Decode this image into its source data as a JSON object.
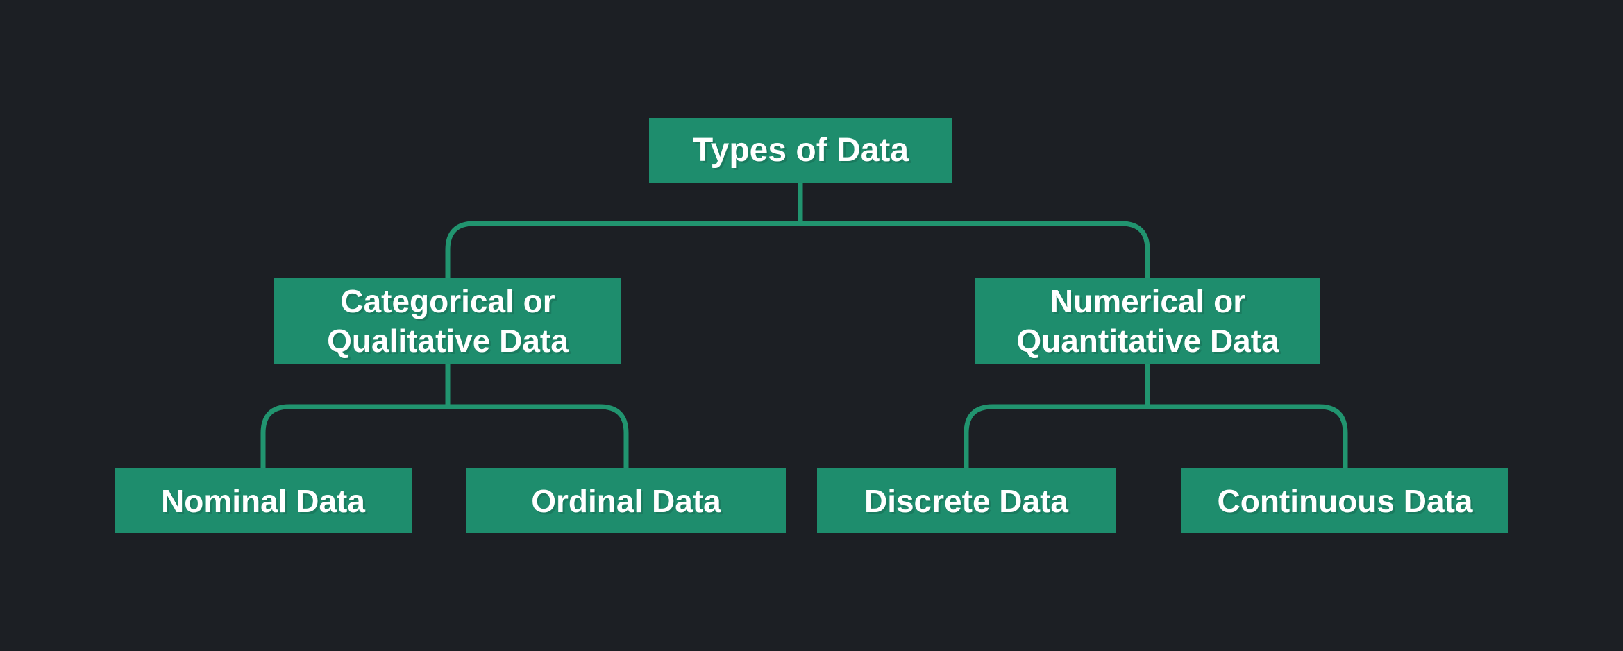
{
  "colors": {
    "background": "#1c1f24",
    "node_fill": "#1e8d6d",
    "connector": "#21946f",
    "text": "#ffffff"
  },
  "tree": {
    "root": {
      "label": "Types of Data",
      "children": [
        {
          "label": "Categorical or\nQualitative Data",
          "children": [
            {
              "label": "Nominal Data"
            },
            {
              "label": "Ordinal Data"
            }
          ]
        },
        {
          "label": "Numerical or\nQuantitative Data",
          "children": [
            {
              "label": "Discrete Data"
            },
            {
              "label": "Continuous Data"
            }
          ]
        }
      ]
    }
  }
}
